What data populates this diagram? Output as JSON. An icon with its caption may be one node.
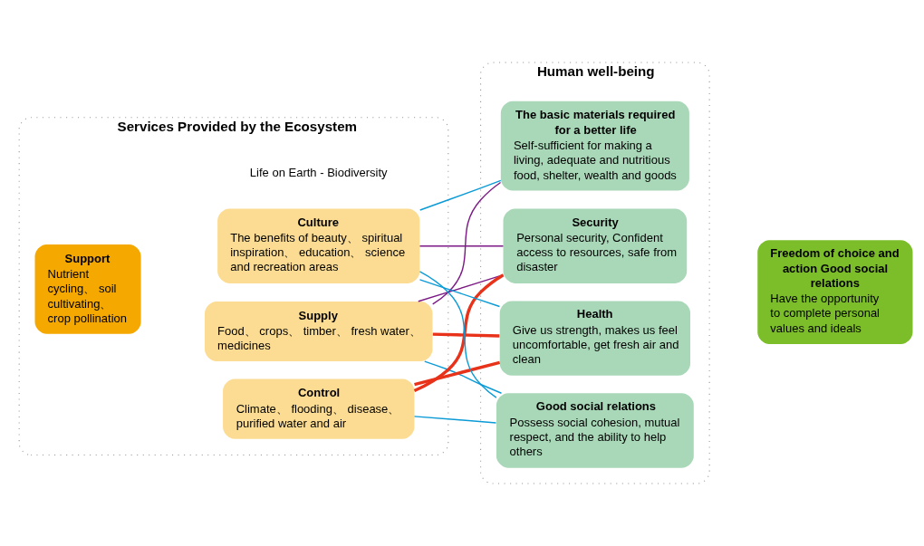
{
  "diagram": {
    "nodes": [
      {
        "text": [
          "Services Provided by the Ecosystem"
        ]
      },
      {
        "text": [
          "Support",
          "Nutrient cycling、 soil cultivating、 crop pollination"
        ],
        "in": 0
      },
      {
        "text": [
          "Supply",
          "Food、 crops、 timber、 fresh water、 medicines"
        ],
        "in": 0
      },
      {
        "text": [
          "Control",
          "Climate、 flooding、 disease、 purified water and air"
        ],
        "in": 0
      },
      {
        "text": [
          "Culture",
          "The benefits of beauty、 spiritual inspiration、 education、 science and recreation areas"
        ],
        "in": 0
      },
      {
        "text": [
          "Human well-being"
        ]
      },
      {
        "text": [
          "Security",
          "Personal security, Confident access to resources, safe from disaster"
        ],
        "in": 5
      },
      {
        "text": [
          "The basic materials required for a better life",
          "Self-sufficient for making a living, adequate and nutritious food, shelter, wealth and goods"
        ],
        "in": 5
      },
      {
        "text": [
          "Health",
          "Give us strength, makes us feel uncomfortable, get fresh air and clean"
        ],
        "in": 5
      },
      {
        "text": [
          "Good social relations",
          "Possess social cohesion, mutual respect, and the ability to help others"
        ],
        "in": 5
      },
      {
        "text": [
          "Freedom of choice and action Good social relations",
          "Have the opportunity to complete personal values and ideals"
        ]
      }
    ],
    "edges": [
      {
        "from": 2,
        "to": 6,
        "arrow": "none",
        "color": "#7b1a85"
      },
      {
        "from": 2,
        "to": 7,
        "arrow": "none",
        "color": "#7b1a85"
      },
      {
        "from": 2,
        "to": 8,
        "arrow": "none",
        "style": "thick",
        "color": "#e8321a"
      },
      {
        "from": 2,
        "to": 9,
        "arrow": "none"
      },
      {
        "from": 3,
        "to": 6,
        "arrow": "none",
        "style": "thick",
        "color": "#e8321a"
      },
      {
        "from": 3,
        "to": 8,
        "arrow": "none",
        "style": "thick",
        "color": "#e8321a"
      },
      {
        "from": 3,
        "to": 9,
        "arrow": "none"
      },
      {
        "from": 4,
        "to": 6,
        "arrow": "none",
        "color": "#7b1a85"
      },
      {
        "from": 4,
        "to": 7,
        "arrow": "none"
      },
      {
        "from": 4,
        "to": 8,
        "arrow": "none"
      },
      {
        "from": 4,
        "to": 9,
        "arrow": "none"
      }
    ],
    "labels": [
      "Life on Earth - Biodiversity"
    ]
  }
}
